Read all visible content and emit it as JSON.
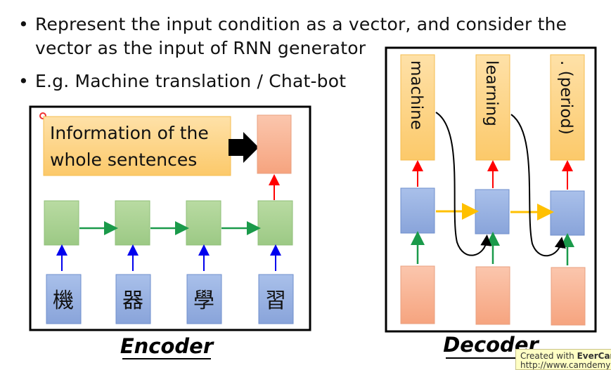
{
  "bullets": [
    {
      "line1": "Represent the input condition as a vector, and consider the",
      "line2": "vector as the input of RNN generator"
    },
    {
      "line1": "E.g. Machine translation / Chat-bot"
    }
  ],
  "encoder": {
    "info_box_line1": "Information of the",
    "info_box_line2": "whole sentences",
    "inputs": [
      "機",
      "器",
      "學",
      "習"
    ],
    "label": "Encoder"
  },
  "decoder": {
    "outputs": [
      "machine",
      "learning",
      ". (period)"
    ],
    "label": "Decoder"
  },
  "watermark": {
    "line1_prefix": "Created with ",
    "line1_brand": "EverCam",
    "line2": "http://www.camdemy"
  },
  "colors": {
    "orange": "#fdd382",
    "salmon": "#f8b293",
    "green": "#a9d18e",
    "blue": "#8faadc",
    "red_arrow": "#ff0000",
    "green_arrow": "#1a9a4a",
    "blue_arrow": "#0000ee",
    "yellow_arrow": "#ffc000"
  }
}
